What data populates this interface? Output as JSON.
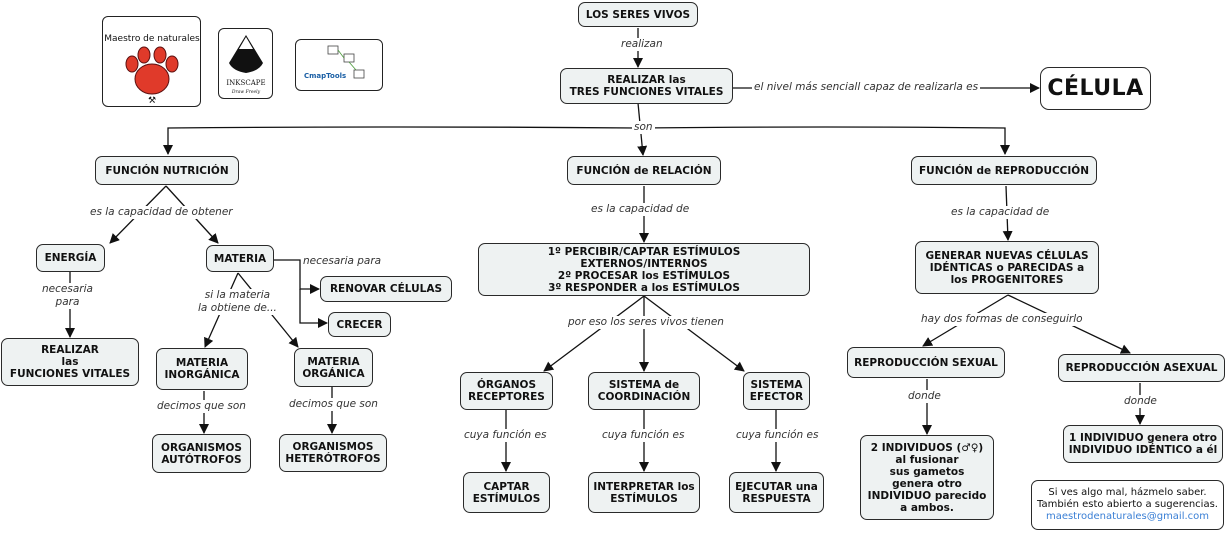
{
  "logos": {
    "maestro_text": "Maestro de naturales",
    "inkscape_text": "INKSCAPE",
    "inkscape_tagline": "Draw Freely",
    "cmaptools_text": "CmapTools"
  },
  "nodes": {
    "seres_vivos": "LOS SERES VIVOS",
    "funciones_vitales": "REALIZAR las\nTRES FUNCIONES VITALES",
    "celula": "CÉLULA",
    "nutricion": "FUNCIÓN NUTRICIÓN",
    "relacion": "FUNCIÓN de RELACIÓN",
    "reproduccion": "FUNCIÓN de REPRODUCCIÓN",
    "energia": "ENERGÍA",
    "materia": "MATERIA",
    "renovar": "RENOVAR CÉLULAS",
    "crecer": "CRECER",
    "realizar_funciones": "REALIZAR\nlas\nFUNCIONES VITALES",
    "materia_inorganica": "MATERIA\nINORGÁNICA",
    "materia_organica": "MATERIA\nORGÁNICA",
    "autotrofos": "ORGANISMOS\nAUTÓTROFOS",
    "heterotrofos": "ORGANISMOS\nHETERÓTROFOS",
    "percibir": "1º PERCIBIR/CAPTAR ESTÍMULOS EXTERNOS/INTERNOS\n2º PROCESAR los ESTÍMULOS\n3º RESPONDER a los ESTÍMULOS",
    "receptores": "ÓRGANOS\nRECEPTORES",
    "coordinacion": "SISTEMA de\nCOORDINACIÓN",
    "efector": "SISTEMA\nEFECTOR",
    "captar": "CAPTAR\nESTÍMULOS",
    "interpretar": "INTERPRETAR los\nESTÍMULOS",
    "ejecutar": "EJECUTAR una\nRESPUESTA",
    "generar": "GENERAR NUEVAS CÉLULAS\nIDÉNTICAS o PARECIDAS a\nlos PROGENITORES",
    "sexual": "REPRODUCCIÓN SEXUAL",
    "asexual": "REPRODUCCIÓN ASEXUAL",
    "dos_individuos": "2 INDIVIDUOS (♂♀)\nal fusionar\nsus gametos\ngenera otro\nINDIVIDUO parecido\na ambos.",
    "un_individuo": "1 INDIVIDUO genera otro\nINDIVIDUO IDÉNTICO a él"
  },
  "labels": {
    "realizan": "realizan",
    "nivel": "el nivel más senciall capaz de realizarla es",
    "son": "son",
    "capacidad_obtener": "es la capacidad de obtener",
    "necesaria": "necesaria\npara",
    "necesaria_para": "necesaria para",
    "si_materia": "si la materia\nla obtiene de...",
    "decimos1": "decimos que son",
    "decimos2": "decimos que son",
    "capacidad_relacion": "es la capacidad de",
    "por_eso": "por eso los seres vivos tienen",
    "cuya1": "cuya función es",
    "cuya2": "cuya función es",
    "cuya3": "cuya función es",
    "capacidad_repro": "es la capacidad de",
    "hay_dos": "hay dos formas de conseguirlo",
    "donde1": "donde",
    "donde2": "donde"
  },
  "note": {
    "line1": "Si ves algo mal, házmelo saber.",
    "line2": "También esto abierto a sugerencias.",
    "email": "maestrodenaturales@gmail.com"
  },
  "colors": {
    "node_fill": "#eef2f2",
    "border": "#2a2a2a",
    "paw_red": "#e03a2a",
    "email": "#3a7fd5"
  }
}
